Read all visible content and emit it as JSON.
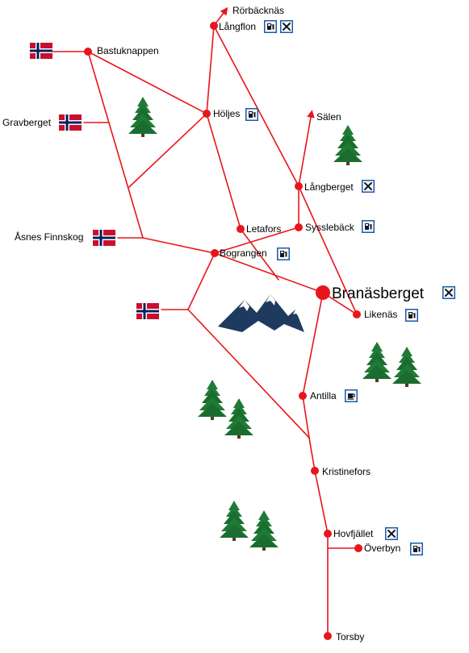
{
  "map": {
    "road_color": "#e8151b",
    "node_color": "#e8151b",
    "flag_colors": {
      "red": "#c8102e",
      "white": "#ffffff",
      "blue": "#00205b"
    },
    "service_icon_colors": {
      "frame": "#1d5aa6",
      "glyph": "#101820"
    },
    "tree_color": "#1f7a35",
    "mountain_color": "#1e3a5f",
    "towns": {
      "rorbacknas": "Rörbäcknäs",
      "langflon": "Långflon",
      "bastuknappen": "Bastuknappen",
      "gravberget": "Gravberget",
      "holjes": "Höljes",
      "salen": "Sälen",
      "langberget": "Långberget",
      "asnes_finnskog": "Åsnes Finnskog",
      "letafors": "Letafors",
      "syssleback": "Sysslebäck",
      "bograngen": "Bograngen",
      "branasberget": "Branäsberget",
      "likenas": "Likenäs",
      "antilla": "Antilla",
      "kristinefors": "Kristinefors",
      "hovfjallet": "Hovfjället",
      "overbyn": "Överbyn",
      "torsby": "Torsby"
    },
    "icons": {
      "langflon": [
        "fuel-pump-icon",
        "restaurant-icon"
      ],
      "holjes": [
        "fuel-pump-icon"
      ],
      "langberget": [
        "restaurant-icon"
      ],
      "syssleback": [
        "fuel-pump-icon"
      ],
      "bograngen": [
        "fuel-pump-icon"
      ],
      "branasberget": [
        "restaurant-icon"
      ],
      "likenas": [
        "fuel-pump-icon"
      ],
      "antilla": [
        "cafe-icon"
      ],
      "hovfjallet": [
        "restaurant-icon"
      ],
      "overbyn": [
        "fuel-pump-icon"
      ]
    }
  }
}
